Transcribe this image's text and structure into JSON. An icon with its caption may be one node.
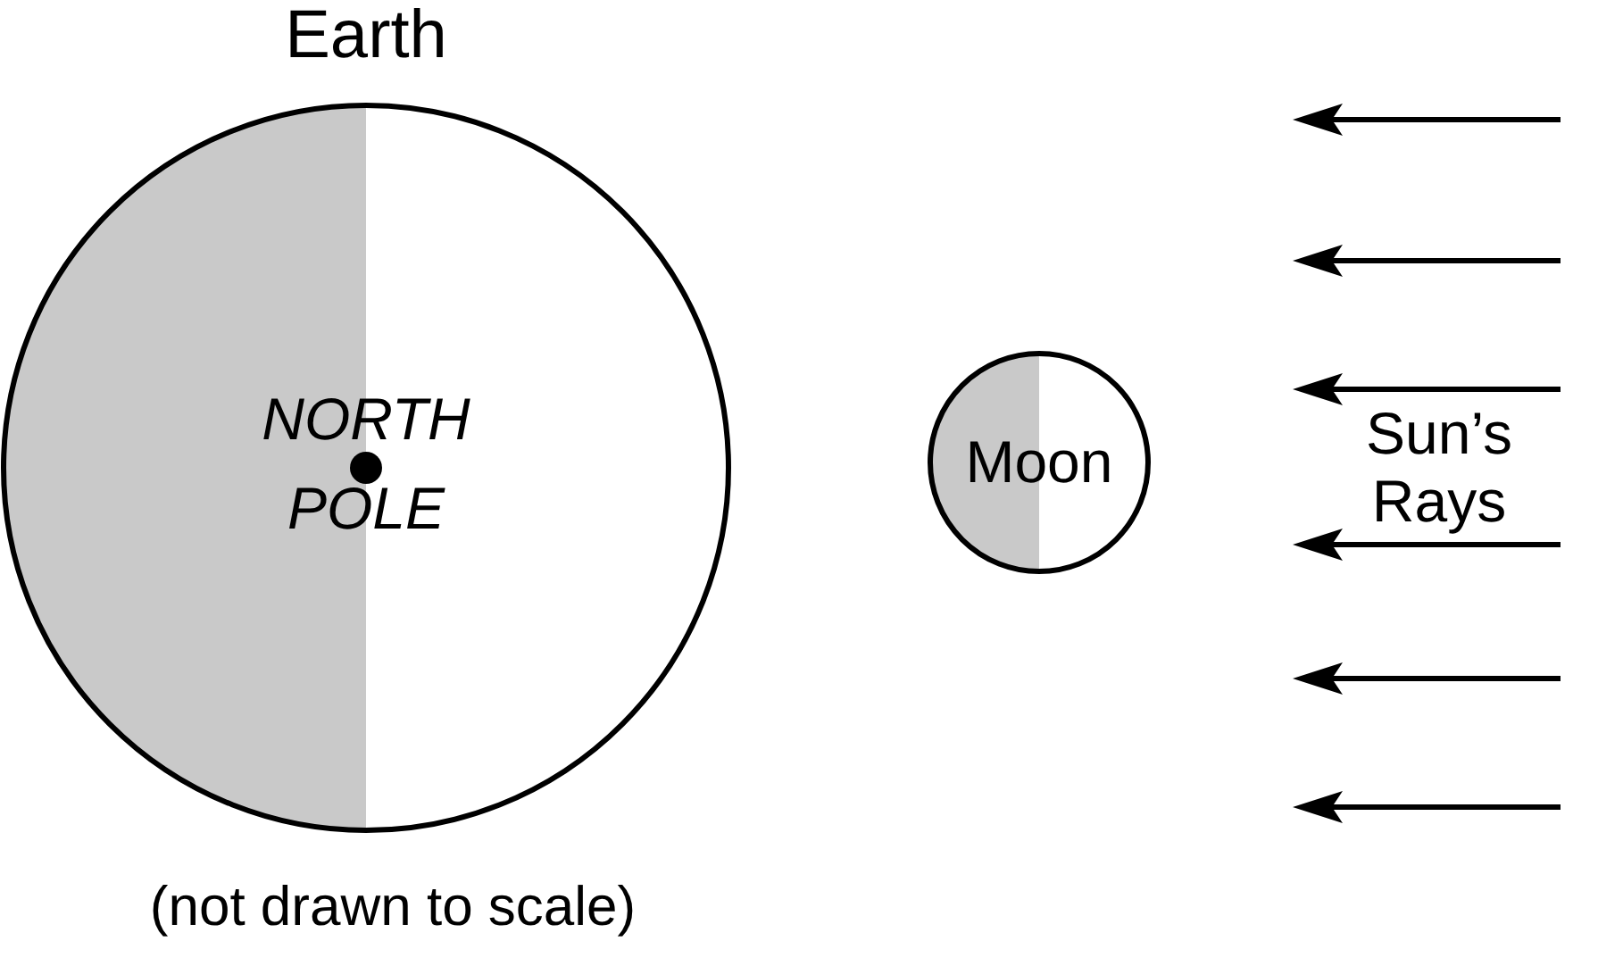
{
  "diagram": {
    "nodes": [
      {
        "text": [
          "Earth",
          "NORTH POLE"
        ]
      },
      {
        "text": [
          "Moon"
        ]
      }
    ],
    "labels": [
      "Sun’s Rays",
      "(not drawn to scale)"
    ]
  }
}
